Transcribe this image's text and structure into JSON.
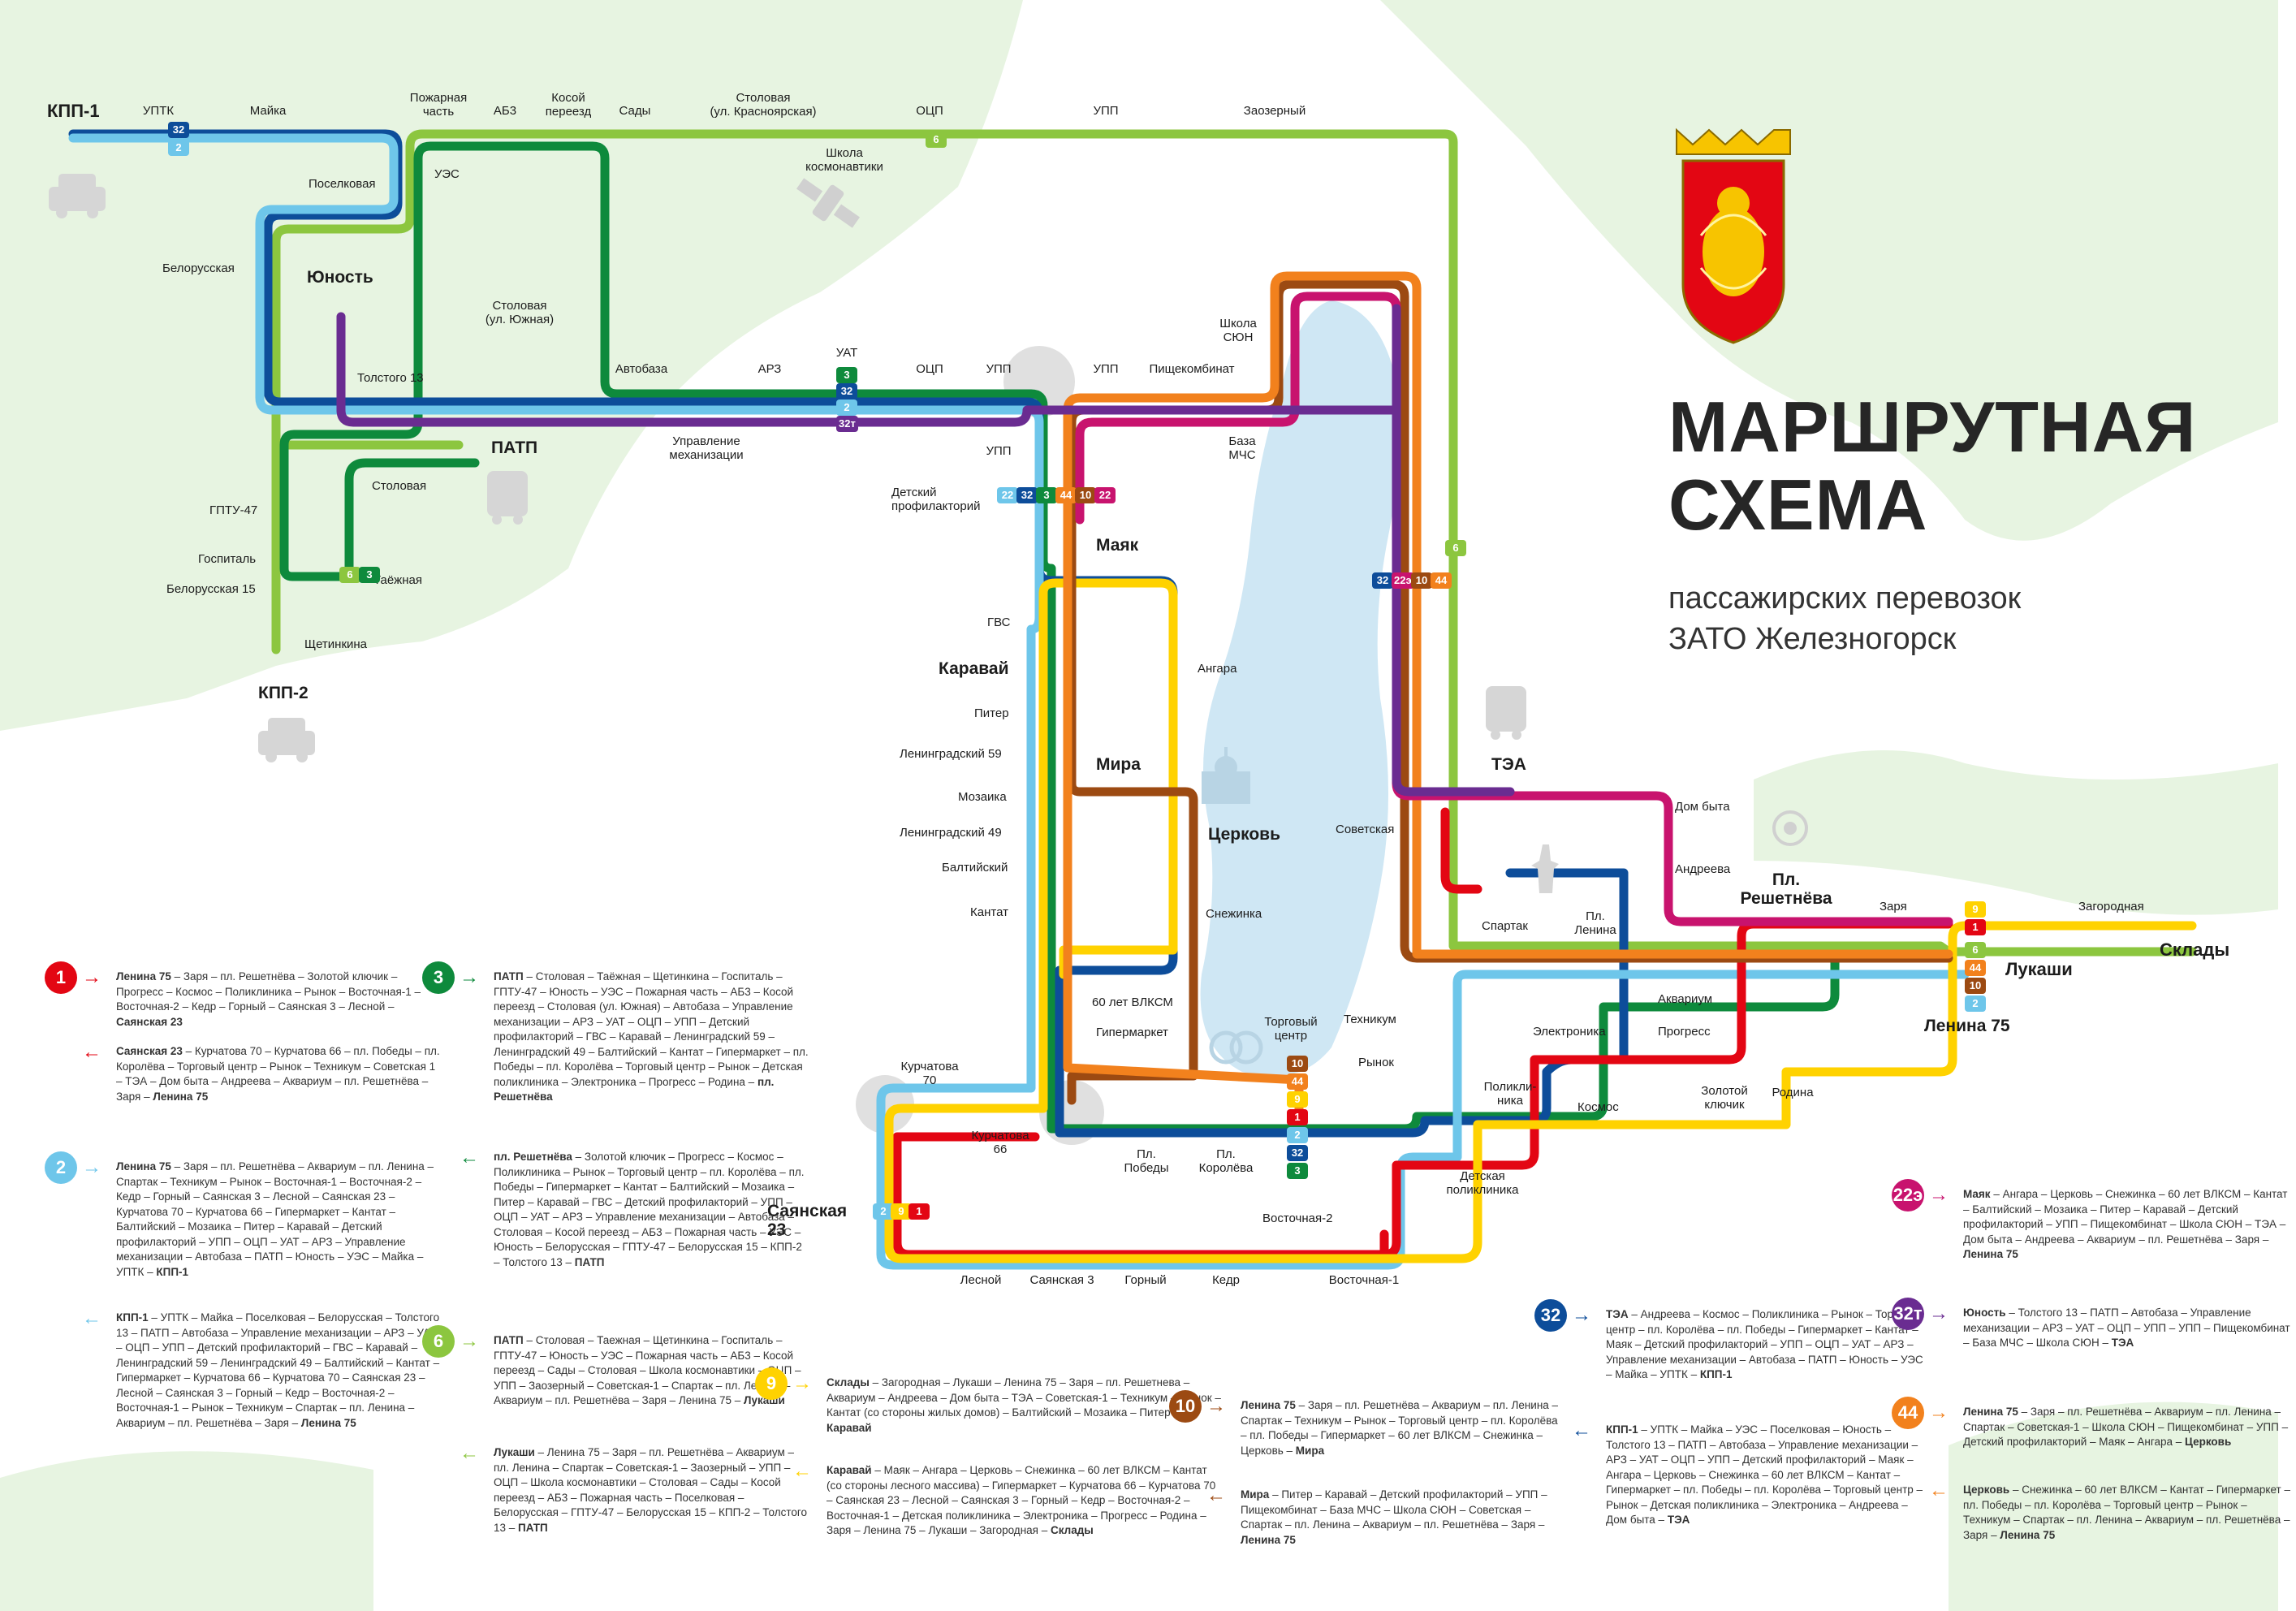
{
  "title": {
    "line1": "МАРШРУТНАЯ",
    "line2": "СХЕМА",
    "sub1": "пассажирских перевозок",
    "sub2": "ЗАТО Железногорск"
  },
  "colors": {
    "r1": "#e30613",
    "r2": "#6ec6ea",
    "r3": "#0e8a3c",
    "r6": "#8cc63f",
    "r9": "#ffd200",
    "r10": "#9c4a12",
    "r22": "#c8136e",
    "r32": "#0d4d9a",
    "r32t": "#6a2c91",
    "r44": "#f2811d",
    "water": "#cfe7f4",
    "land": "#e6f3e0"
  },
  "stations": {
    "kpp1": "КПП-1",
    "uptk": "УПТК",
    "mayka": "Майка",
    "pozh": "Пожарная\nчасть",
    "ab3": "АБ3",
    "kosoy": "Косой\nпереезд",
    "sady": "Сады",
    "stolovaya_kr": "Столовая\n(ул. Красноярская)",
    "ocp_top": "ОЦП",
    "upp_top": "УПП",
    "zaozerny": "Заозерный",
    "shkola_kosm": "Школа\nкосмонавтики",
    "poselkovaya": "Поселковая",
    "ues": "УЭС",
    "belorusskaya": "Белорусская",
    "yunost": "Юность",
    "stolovaya_yu": "Столовая\n(ул. Южная)",
    "tolstogo": "Толстого 13",
    "avtobaza": "Автобаза",
    "arz": "АРЗ",
    "uat": "УАТ",
    "ocp": "ОЦП",
    "upp": "УПП",
    "upp2": "УПП",
    "pischekombinat": "Пищекомбинат",
    "shkola_syon": "Школа\nСЮН",
    "baza_mchs": "База\nМЧС",
    "upr_mech": "Управление\nмеханизации",
    "patp": "ПАТП",
    "stolovaya": "Столовая",
    "gptu": "ГПТУ-47",
    "gospital": "Госпиталь",
    "belor15": "Белорусская 15",
    "taezhnaya": "Таёжная",
    "schetinkina": "Щетинкина",
    "kpp2": "КПП-2",
    "det_prof": "Детский\nпрофилакторий",
    "upp3": "УПП",
    "mayak": "Маяк",
    "gvs": "ГВС",
    "karavay": "Каравай",
    "angara": "Ангара",
    "piter": "Питер",
    "len59": "Ленинградский 59",
    "mira": "Мира",
    "mozaika": "Мозаика",
    "len49": "Ленинградский 49",
    "tserkov": "Церковь",
    "baltiysky": "Балтийский",
    "kantat": "Кантат",
    "snezhinka": "Снежинка",
    "vlksm": "60 лет ВЛКСМ",
    "gipermarket": "Гипермаркет",
    "torg_centr": "Торговый\nцентр",
    "tehnikum": "Техникум",
    "rynok": "Рынок",
    "sovetskaya": "Советская",
    "tea": "ТЭА",
    "dom_byta": "Дом быта",
    "andreeva": "Андреева",
    "pl_resh": "Пл.\nРешетнёва",
    "spartak": "Спартак",
    "pl_lenina": "Пл.\nЛенина",
    "zarya": "Заря",
    "zagorodnaya": "Загородная",
    "sklady": "Склады",
    "lukashi": "Лукаши",
    "lenina75": "Ленина 75",
    "akvarium": "Аквариум",
    "elektronika": "Электроника",
    "progress": "Прогресс",
    "poliklinika": "Поликли-\nника",
    "kosmos": "Космос",
    "zol_kluch": "Золотой\nключик",
    "rodina": "Родина",
    "det_polik": "Детская\nполиклиника",
    "kurch70": "Курчатова\n70",
    "kurch66": "Курчатова\n66",
    "pl_pobedy": "Пл.\nПобеды",
    "pl_koroleva": "Пл.\nКоролёва",
    "vost2": "Восточная-2",
    "sayan23": "Саянская\n23",
    "lesnoy": "Лесной",
    "sayan3": "Саянская 3",
    "gorny": "Горный",
    "kedr": "Кедр",
    "vost1": "Восточная-1"
  },
  "route_badges": {
    "b32": "32",
    "b2": "2",
    "b3": "3",
    "b32t": "32т",
    "b6": "6",
    "b22": "22",
    "b44": "44",
    "b10": "10",
    "b22e": "22э",
    "b9": "9",
    "b1": "1"
  },
  "legend": [
    {
      "num": "1",
      "color": "#e30613",
      "dir": "→",
      "text": "<b>Ленина 75</b> – Заря – пл. Решетнёва – Золотой ключик – Прогресс – Космос – Поликлиника – Рынок – Восточная-1 – Восточная-2 – Кедр – Горный – Саянская 3 – Лесной – <b>Саянская 23</b>"
    },
    {
      "num": "",
      "color": "#e30613",
      "dir": "←",
      "text": "<b>Саянская 23</b> – Курчатова 70 – Курчатова 66 – пл. Победы – пл. Королёва – Торговый центр – Рынок – Техникум – Советская 1 – ТЭА – Дом быта – Андреева – Аквариум – пл. Решетнёва – Заря – <b>Ленина 75</b>"
    },
    {
      "num": "2",
      "color": "#6ec6ea",
      "dir": "→",
      "text": "<b>Ленина 75</b> – Заря – пл. Решетнёва – Аквариум – пл. Ленина – Спартак – Техникум – Рынок – Восточная-1 – Восточная-2 – Кедр – Горный – Саянская 3 – Лесной – Саянская 23 – Курчатова 70 – Курчатова 66 – Гипермаркет – Кантат – Балтийский – Мозаика – Питер – Каравай – Детский профилакторий – УПП – ОЦП – УАТ – АРЗ – Управление механизации – Автобаза – ПАТП – Юность – УЭС – Майка – УПТК – <b>КПП-1</b>"
    },
    {
      "num": "",
      "color": "#6ec6ea",
      "dir": "←",
      "text": "<b>КПП-1</b> – УПТК – Майка – Поселковая – Белорусская – Толстого 13 – ПАТП – Автобаза – Управление механизации – АРЗ – УАТ – ОЦП – УПП – Детский профилакторий – ГВС – Каравай – Ленинградский 59 – Ленинградский 49 – Балтийский – Кантат – Гипермаркет – Курчатова 66 – Курчатова 70 – Саянская 23 – Лесной – Саянская 3 – Горный – Кедр – Восточная-2 – Восточная-1 – Рынок – Техникум – Спартак – пл. Ленина – Аквариум – пл. Решетнёва – Заря – <b>Ленина 75</b>"
    },
    {
      "num": "3",
      "color": "#0e8a3c",
      "dir": "→",
      "text": "<b>ПАТП</b> – Столовая – Таёжная – Щетинкина – Госпиталь – ГПТУ-47 – Юность – УЭС – Пожарная часть – АБ3 – Косой переезд – Столовая (ул. Южная) – Автобаза – Управление механизации – АРЗ – УАТ – ОЦП – УПП – Детский профилакторий – ГВС – Каравай – Ленинградский 59 – Ленинградский 49 – Балтийский – Кантат – Гипермаркет – пл. Победы – пл. Королёва – Торговый центр – Рынок – Детская поликлиника – Электроника – Прогресс – Родина – <b>пл. Решетнёва</b>"
    },
    {
      "num": "",
      "color": "#0e8a3c",
      "dir": "←",
      "text": "<b>пл. Решетнёва</b> – Золотой ключик – Прогресс – Космос – Поликлиника – Рынок – Торговый центр – пл. Королёва – пл. Победы – Гипермаркет – Кантат – Балтийский – Мозаика – Питер – Каравай – ГВС – Детский профилакторий – УПП – ОЦП – УАТ – АРЗ – Управление механизации – Автобаза – Столовая – Косой переезд – АБ3 – Пожарная часть – УЭС – Юность – Белорусская – ГПТУ-47 – Белорусская 15 – КПП-2 – Толстого 13 – <b>ПАТП</b>"
    },
    {
      "num": "6",
      "color": "#8cc63f",
      "dir": "→",
      "text": "<b>ПАТП</b> – Столовая – Таежная – Щетинкина – Госпиталь – ГПТУ-47 – Юность – УЭС – Пожарная часть – АБ3 – Косой переезд – Сады – Столовая – Школа космонавтики – ОЦП – УПП – Заозерный – Советская-1 – Спартак – пл. Ленина – Аквариум – пл. Решетнёва – Заря – Ленина 75 – <b>Лукаши</b>"
    },
    {
      "num": "",
      "color": "#8cc63f",
      "dir": "←",
      "text": "<b>Лукаши</b> – Ленина 75 – Заря – пл. Решетнёва – Аквариум – пл. Ленина – Спартак – Советская-1 – Заозерный – УПП – ОЦП – Школа космонавтики – Столовая – Сады – Косой переезд – АБ3 – Пожарная часть – Поселковая – Белорусская – ГПТУ-47 – Белорусская 15 – КПП-2 – Толстого 13 – <b>ПАТП</b>"
    },
    {
      "num": "9",
      "color": "#ffd200",
      "dir": "→",
      "text": "<b>Склады</b> – Загородная – Лукаши – Ленина 75 – Заря – пл. Решетнева – Аквариум – Андреева – Дом быта – ТЭА – Советская-1 – Техникум – Рынок – Кантат (со стороны жилых домов) – Балтийский – Мозаика – Питер – <b>Каравай</b>"
    },
    {
      "num": "",
      "color": "#ffd200",
      "dir": "←",
      "text": "<b>Каравай</b> – Маяк – Ангара – Церковь – Снежинка – 60 лет ВЛКСМ – Кантат (со стороны лесного массива) – Гипермаркет – Курчатова 66 – Курчатова 70 – Саянская 23 – Лесной – Саянская 3 – Горный – Кедр – Восточная-2 – Восточная-1 – Детская поликлиника – Электроника – Прогресс – Родина – Заря – Ленина 75 – Лукаши – Загородная – <b>Склады</b>"
    },
    {
      "num": "10",
      "color": "#9c4a12",
      "dir": "→",
      "text": "<b>Ленина 75</b> – Заря – пл. Решетнёва – Аквариум – пл. Ленина – Спартак – Техникум – Рынок – Торговый центр – пл. Королёва – пл. Победы – Гипермаркет – 60 лет ВЛКСМ – Снежинка – Церковь – <b>Мира</b>"
    },
    {
      "num": "",
      "color": "#9c4a12",
      "dir": "←",
      "text": "<b>Мира</b> – Питер – Каравай – Детский профилакторий – УПП – Пищекомбинат – База МЧС – Школа СЮН – Советская – Спартак – пл. Ленина – Аквариум – пл. Решетнёва – Заря – <b>Ленина 75</b>"
    },
    {
      "num": "32",
      "color": "#0d4d9a",
      "dir": "→",
      "text": "<b>ТЭА</b> – Андреева – Космос – Поликлиника – Рынок – Торговый центр – пл. Королёва – пл. Победы – Гипермаркет – Кантат – Маяк – Детский профилакторий – УПП – ОЦП – УАТ – АРЗ – Управление механизации – Автобаза – ПАТП – Юность – УЭС – Майка – УПТК – <b>КПП-1</b>"
    },
    {
      "num": "",
      "color": "#0d4d9a",
      "dir": "←",
      "text": "<b>КПП-1</b> – УПТК – Майка – УЭС – Поселковая – Юность – Толстого 13 – ПАТП – Автобаза – Управление механизации – АРЗ – УАТ – ОЦП – УПП – Детский профилакторий – Маяк – Ангара – Церковь – Снежинка – 60 лет ВЛКСМ – Кантат – Гипермаркет – пл. Победы – пл. Королёва – Торговый центр – Рынок – Детская поликлиника – Электроника – Андреева – Дом быта – <b>ТЭА</b>"
    },
    {
      "num": "22э",
      "color": "#c8136e",
      "dir": "→",
      "text": "<b>Маяк</b> – Ангара – Церковь – Снежинка – 60 лет ВЛКСМ – Кантат – Балтийский – Мозаика – Питер – Каравай – Детский профилакторий – УПП – Пищекомбинат – Школа СЮН – ТЭА – Дом быта – Андреева – Аквариум – пл. Решетнёва – Заря – <b>Ленина 75</b>"
    },
    {
      "num": "32т",
      "color": "#6a2c91",
      "dir": "→",
      "text": "<b>Юность</b> – Толстого 13 – ПАТП – Автобаза – Управление механизации – АРЗ – УАТ – ОЦП – УПП – УПП – Пищекомбинат – База МЧС – Школа СЮН – <b>ТЭА</b>"
    },
    {
      "num": "44",
      "color": "#f2811d",
      "dir": "→",
      "text": "<b>Ленина 75</b> – Заря – пл. Решетнёва – Аквариум – пл. Ленина – Спартак – Советская-1 – Школа СЮН – Пищекомбинат – УПП – Детский профилакторий – Маяк – Ангара – <b>Церковь</b>"
    },
    {
      "num": "",
      "color": "#f2811d",
      "dir": "←",
      "text": "<b>Церковь</b> – Снежинка – 60 лет ВЛКСМ – Кантат – Гипермаркет – пл. Победы – пл. Королёва – Торговый центр – Рынок – Техникум – Спартак – пл. Ленина – Аквариум – пл. Решетнёва – Заря – <b>Ленина 75</b>"
    }
  ]
}
